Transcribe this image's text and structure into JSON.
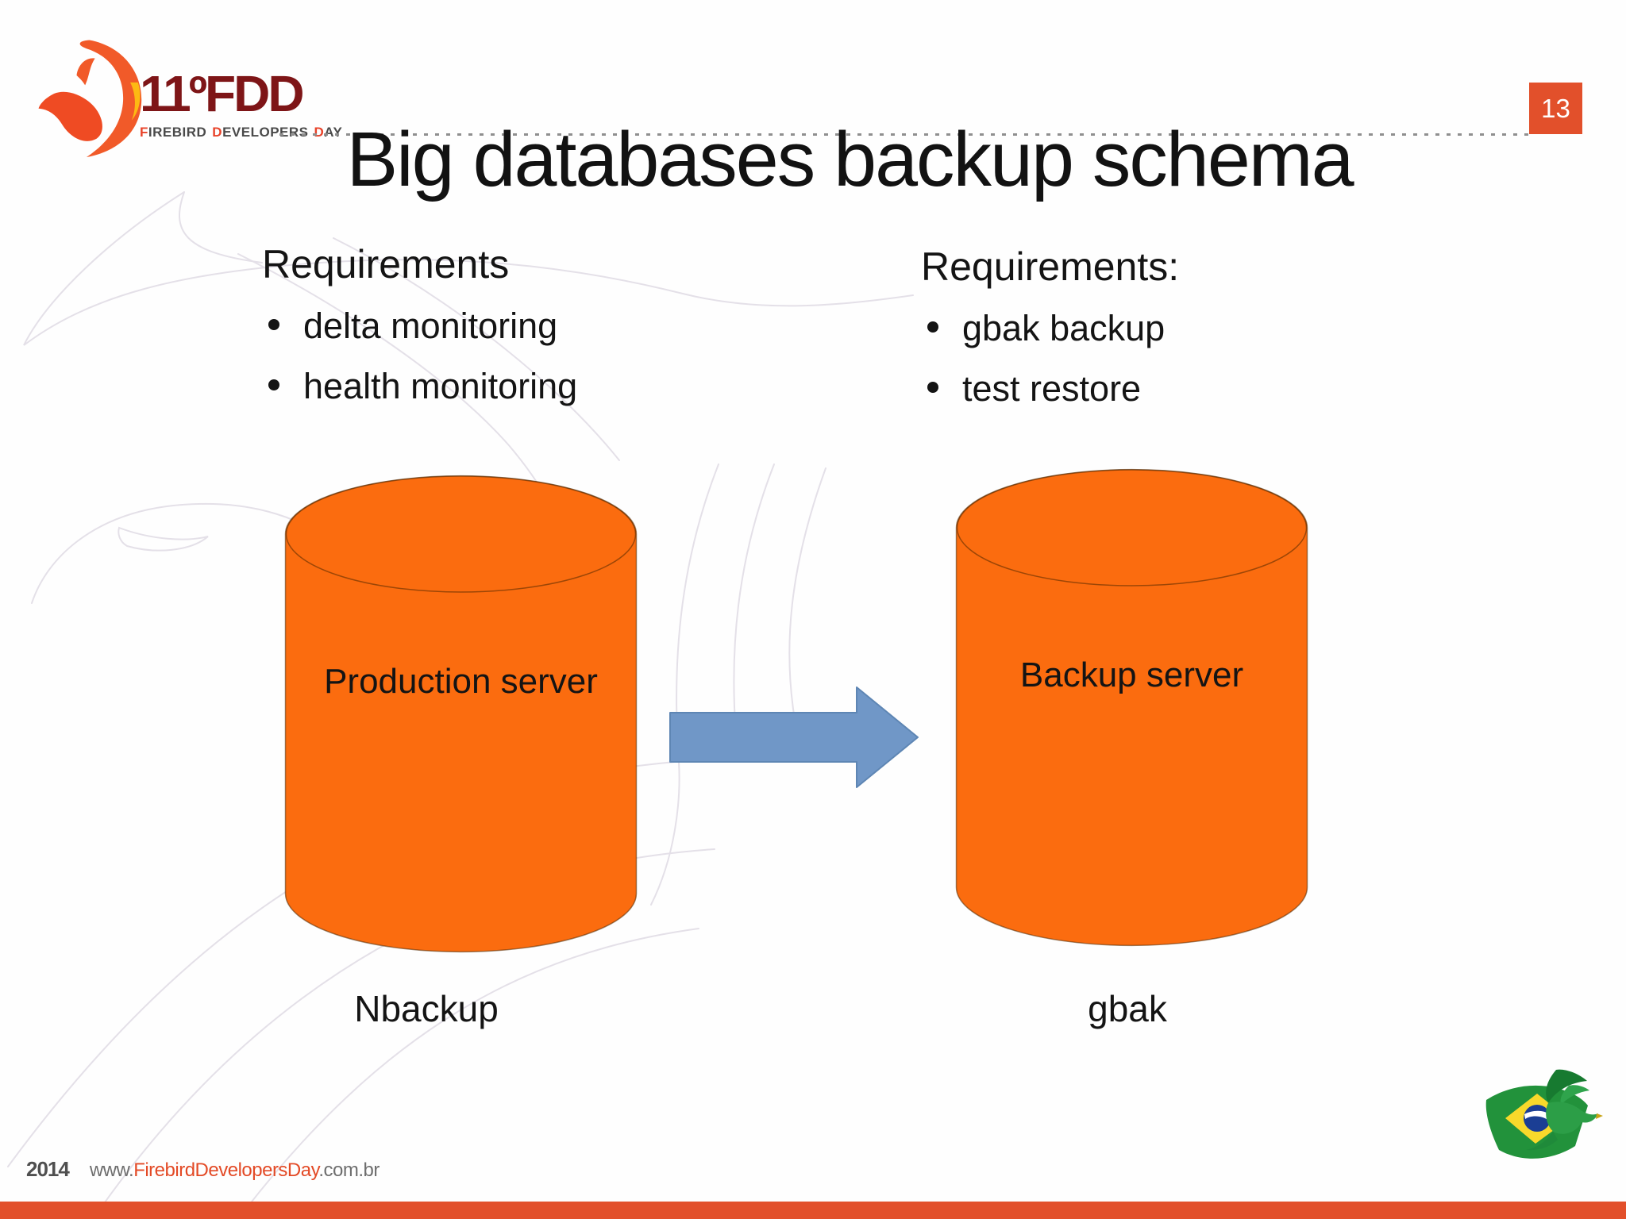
{
  "slide": {
    "title": "Big databases backup schema",
    "page_number": "13"
  },
  "logo": {
    "edition": "11ºFDD",
    "words": [
      {
        "accent": "F",
        "rest": "IREBIRD"
      },
      {
        "accent": "D",
        "rest": "EVELOPERS"
      },
      {
        "accent": "D",
        "rest": "AY"
      }
    ]
  },
  "requirements_left": {
    "heading": "Requirements",
    "items": [
      "delta monitoring",
      "health monitoring"
    ]
  },
  "requirements_right": {
    "heading": "Requirements:",
    "items": [
      "gbak backup",
      "test restore"
    ]
  },
  "diagram": {
    "source": {
      "label": "Production server",
      "caption": "Nbackup"
    },
    "target": {
      "label": "Backup server",
      "caption": "gbak"
    }
  },
  "footer": {
    "year": "2014",
    "url_www": "www.",
    "url_brand": "FirebirdDevelopersDay",
    "url_tld": ".com.br"
  },
  "icons": {
    "logo": "firebird-phoenix-icon",
    "watermark": "phoenix-outline-watermark",
    "arrow": "right-arrow-icon",
    "flag": "brazil-flag-firebird-icon",
    "bullet": "bullet-dot-icon"
  },
  "colors": {
    "cylinder_orange": "#FB6C0F",
    "accent_orange_red": "#E2502B",
    "arrow_blue": "#7097C7",
    "logo_maroon": "#7E1517",
    "text_black": "#141414",
    "footer_gray": "#595959"
  }
}
